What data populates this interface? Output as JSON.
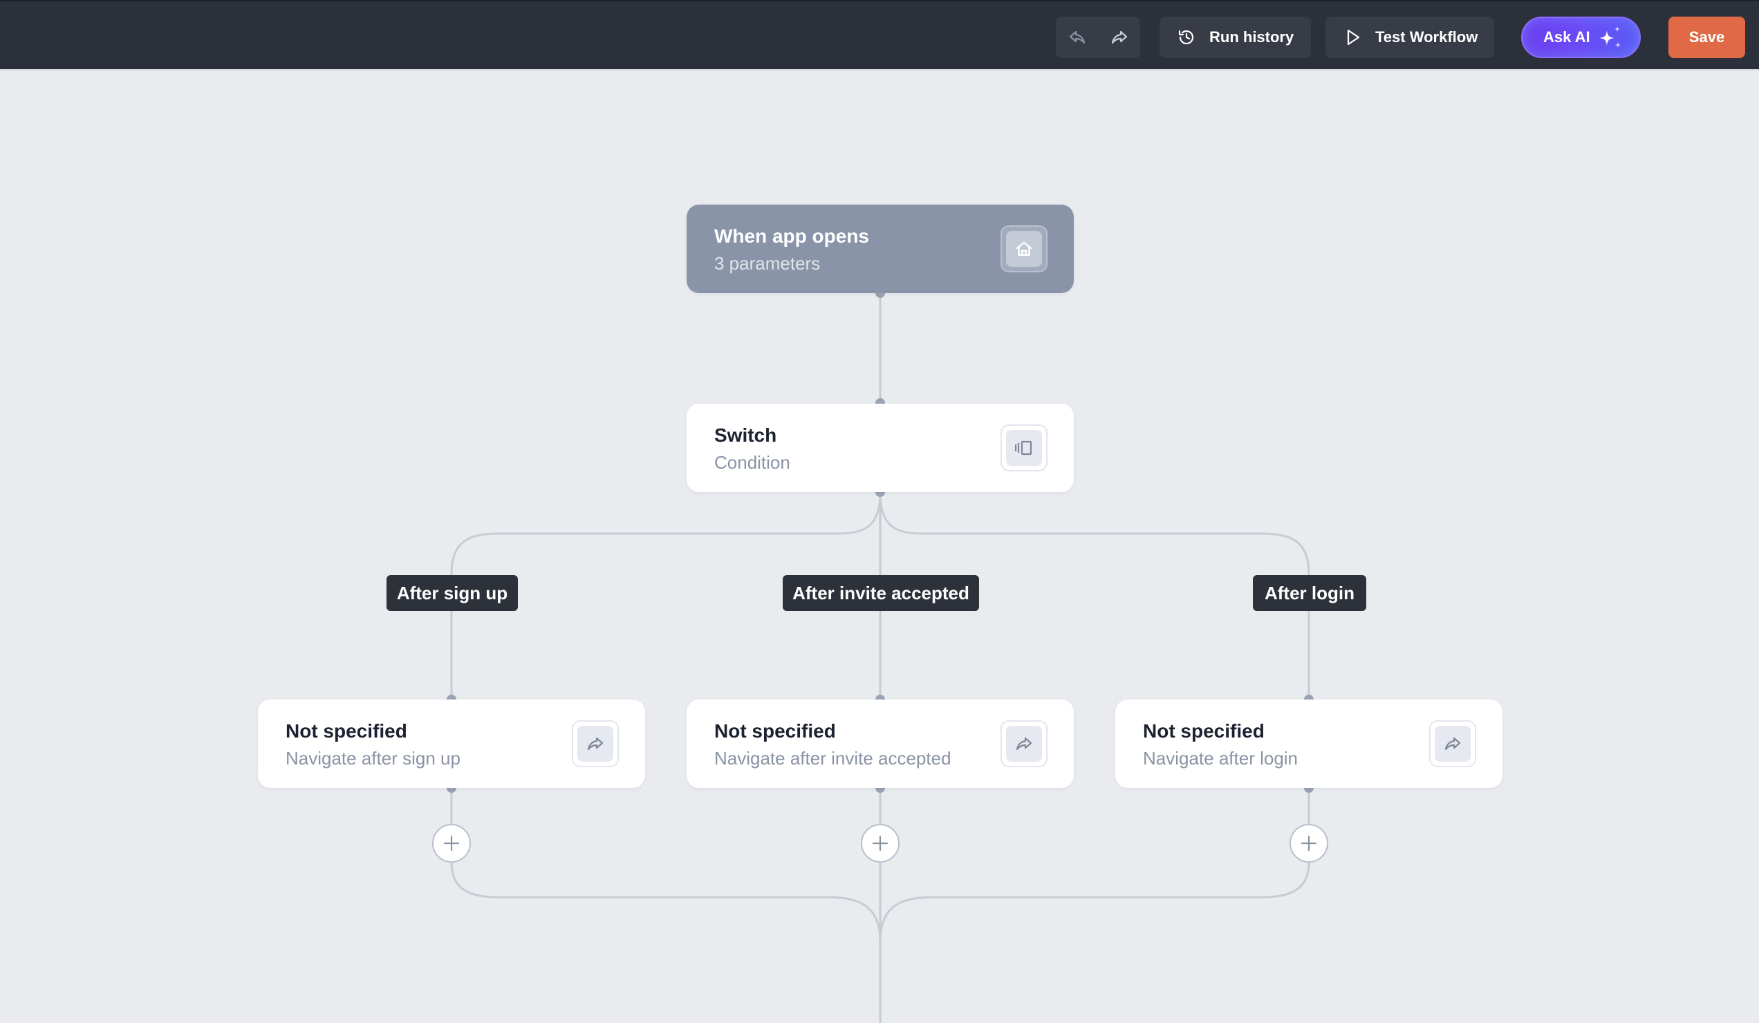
{
  "toolbar": {
    "undo_icon": "undo-icon",
    "redo_icon": "redo-icon",
    "run_history_label": "Run history",
    "run_history_icon": "history-icon",
    "test_workflow_label": "Test Workflow",
    "test_workflow_icon": "play-icon",
    "ask_ai_label": "Ask AI",
    "ask_ai_icon": "sparkle-icon",
    "save_label": "Save"
  },
  "workflow": {
    "trigger": {
      "title": "When app opens",
      "subtitle": "3 parameters",
      "icon": "home-icon"
    },
    "switch": {
      "title": "Switch",
      "subtitle": "Condition",
      "icon": "switch-icon"
    },
    "branches": [
      {
        "label": "After sign up",
        "node": {
          "title": "Not specified",
          "subtitle": "Navigate after sign up",
          "icon": "redirect-icon"
        }
      },
      {
        "label": "After invite accepted",
        "node": {
          "title": "Not specified",
          "subtitle": "Navigate after invite accepted",
          "icon": "redirect-icon"
        }
      },
      {
        "label": "After login",
        "node": {
          "title": "Not specified",
          "subtitle": "Navigate after login",
          "icon": "redirect-icon"
        }
      }
    ]
  },
  "colors": {
    "topbar": "#2b303a",
    "canvas": "#e9ebef",
    "save": "#e06a45",
    "ask_ai": "#6b3ff0",
    "trigger_node": "#8a94a8",
    "branch_label": "#2c313a",
    "edge": "#c7cbd3"
  }
}
